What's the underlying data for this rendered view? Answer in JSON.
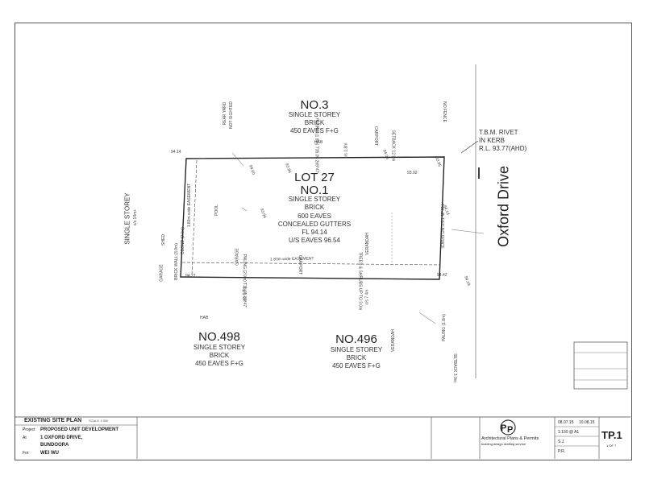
{
  "lots": {
    "no3": {
      "number": "NO.3",
      "line1": "SINGLE STOREY",
      "line2": "BRICK",
      "line3": "450 EAVES F+G"
    },
    "lot27": {
      "lot": "LOT 27",
      "number": "NO.1",
      "line1": "SINGLE STOREY",
      "line2": "BRICK",
      "line3": "600 EAVES",
      "line4": "CONCEALED GUTTERS",
      "line5": "FL 94.14",
      "line6": "U/S EAVES 96.54"
    },
    "no498": {
      "number": "NO.498",
      "line1": "SINGLE STOREY",
      "line2": "BRICK",
      "line3": "450 EAVES F+G"
    },
    "no496": {
      "number": "NO.496",
      "line1": "SINGLE STOREY",
      "line2": "BRICK",
      "line3": "450 EAVES F+G"
    },
    "west": {
      "line1": "SINGLE STOREY",
      "line2": "c/s 14m+"
    }
  },
  "street": {
    "name": "Oxford Drive"
  },
  "tbm": {
    "line1": "T.B.M. RIVET",
    "line2": "IN KERB",
    "line3": "R.L. 93.77(AHD)"
  },
  "labels": {
    "rear_yard": "REAR YARD",
    "not_sighted": "NOT SIGHTED",
    "carport_n": "CARPORT",
    "carport_s": "CARPORT",
    "setback_n": "SETBACK 12.9m",
    "setback_s": "SETBACK 3.9m",
    "no_fence_n": "NO FENCE",
    "no_fence_e": "T15.25  T.51°  NO FENCE",
    "pool": "POOL",
    "garage_lot": "GARAGE",
    "garage_w": "GARAGE",
    "shed": "SHED",
    "verandah_lot": "VERANDAH",
    "verandah_s": "VERANDAH",
    "easement_w": "1.83m wide EASEMENT",
    "easement_s": "1.83m wide EASEMENT",
    "paling_n": "PALING (1.8m)  T35.05  269°47'",
    "paling_s": "PALING (2.0m)  T35.05  89°47'",
    "paling_e": "PALING (1.8m)",
    "brick_wall": "BRICK WALL (3.0m)",
    "cbond": "CBOND (2.0m)",
    "trees": "TREES & SHRUBS UP TO 3.0m",
    "hab_n": "HAB",
    "hab_s": "HAB",
    "cs_n": "c/s 1.8m",
    "cs_68": "c/s 6.8m",
    "cs_74": "c/s 7.4m"
  },
  "levels": {
    "l1": "94.14",
    "l2": "93.96",
    "l3": "94.27",
    "l4": "94.42",
    "l5": "94.19",
    "l6": "94.09",
    "l7": "93.95",
    "l8": "94.14",
    "l9": "93.96",
    "l10": "94.00",
    "l11": "93.92"
  },
  "title_block": {
    "sheet_title": "EXISTING SITE PLAN",
    "scale_note": "SCALE 1:300",
    "project_label": "Project",
    "project_value": "PROPOSED UNIT DEVELOPMENT",
    "at_label": "At",
    "address1": "1 OXFORD DRIVE,",
    "address2": "BUNDOORA",
    "for_label": "For",
    "client": "WEI WU",
    "firm": "Architectural Plans & Permits",
    "firm_sub": "building design drafting service",
    "date1": "08.07.15",
    "date2": "10.08.15",
    "scale": "1:150 @ A1",
    "drawn": "S.J.",
    "checked": "P.R.",
    "sheet_no": "TP.1",
    "sheet_of": "1 OF 7"
  }
}
